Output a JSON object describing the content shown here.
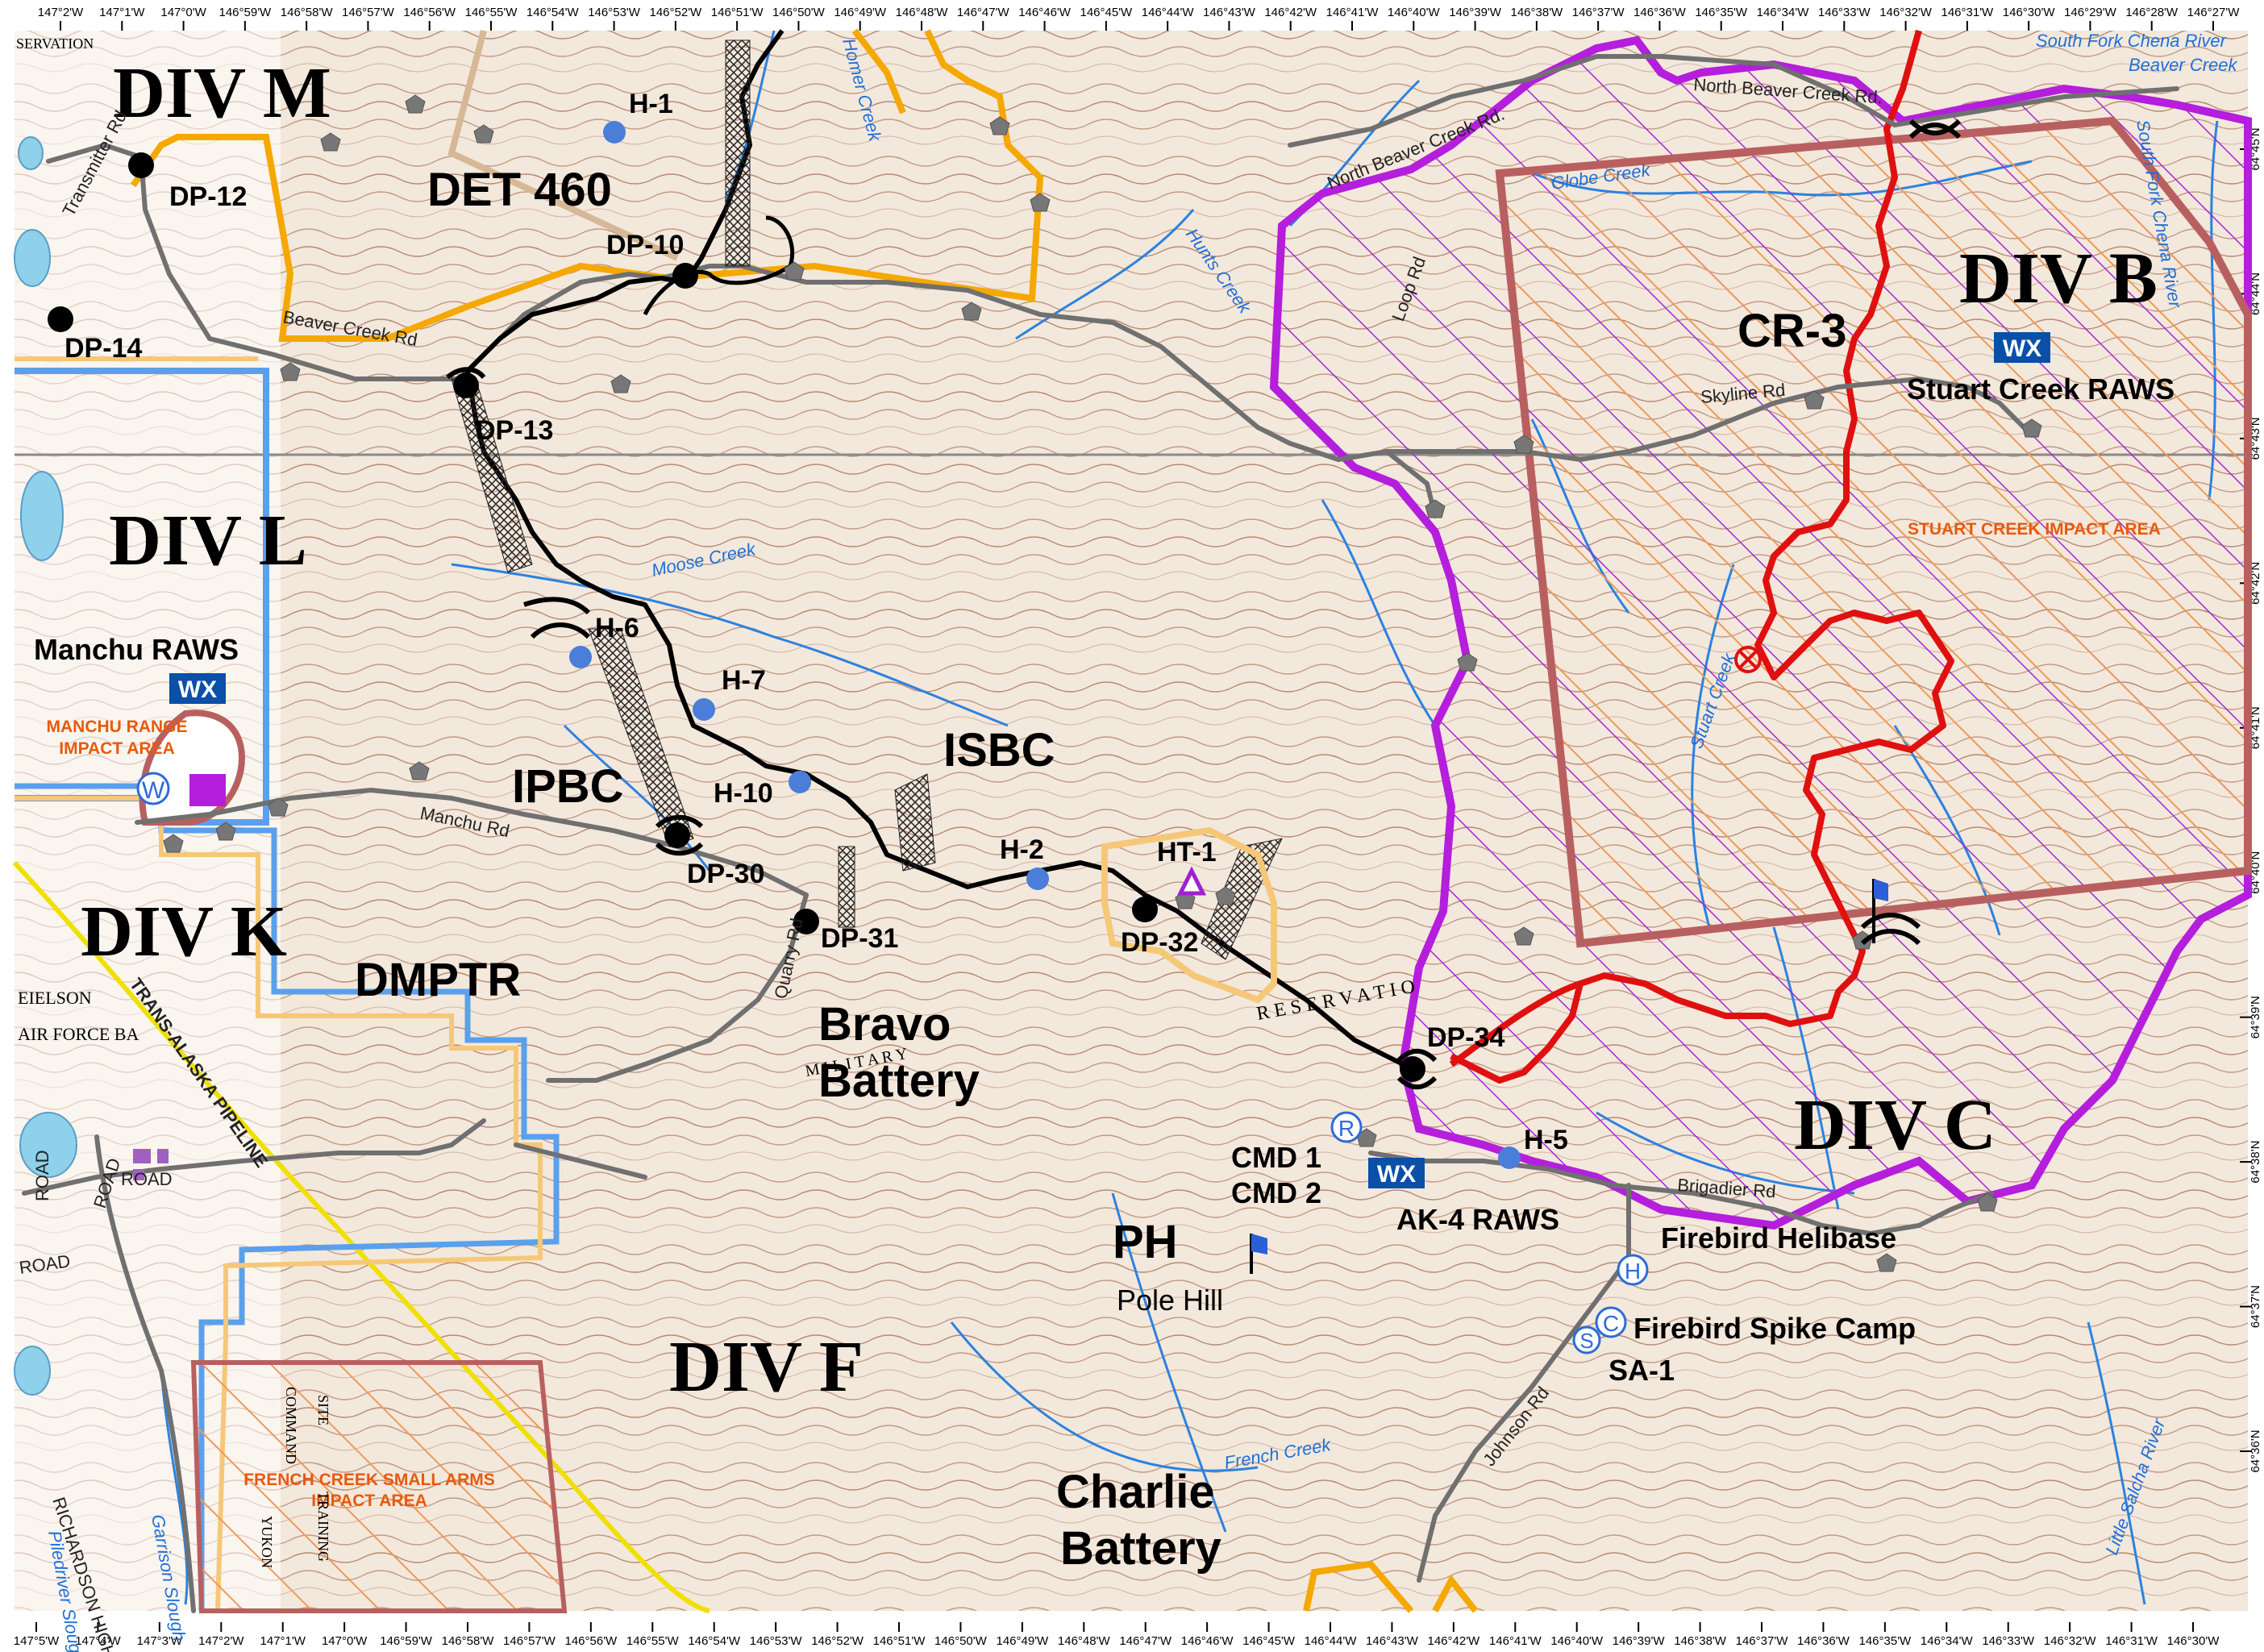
{
  "top_longitudes": [
    "147°2'W",
    "147°1'W",
    "147°0'W",
    "146°59'W",
    "146°58'W",
    "146°57'W",
    "146°56'W",
    "146°55'W",
    "146°54'W",
    "146°53'W",
    "146°52'W",
    "146°51'W",
    "146°50'W",
    "146°49'W",
    "146°48'W",
    "146°47'W",
    "146°46'W",
    "146°45'W",
    "146°44'W",
    "146°43'W",
    "146°42'W",
    "146°41'W",
    "146°40'W",
    "146°39'W",
    "146°38'W",
    "146°37'W",
    "146°36'W",
    "146°35'W",
    "146°34'W",
    "146°33'W",
    "146°32'W",
    "146°31'W",
    "146°30'W",
    "146°29'W",
    "146°28'W",
    "146°27'W"
  ],
  "bottom_longitudes": [
    "147°5'W",
    "147°4'W",
    "147°3'W",
    "147°2'W",
    "147°1'W",
    "147°0'W",
    "146°59'W",
    "146°58'W",
    "146°57'W",
    "146°56'W",
    "146°55'W",
    "146°54'W",
    "146°53'W",
    "146°52'W",
    "146°51'W",
    "146°50'W",
    "146°49'W",
    "146°48'W",
    "146°47'W",
    "146°46'W",
    "146°45'W",
    "146°44'W",
    "146°43'W",
    "146°42'W",
    "146°41'W",
    "146°40'W",
    "146°39'W",
    "146°38'W",
    "146°37'W",
    "146°36'W",
    "146°35'W",
    "146°34'W",
    "146°33'W",
    "146°32'W",
    "146°31'W",
    "146°30'W"
  ],
  "right_latitudes": [
    "64°45'N",
    "64°44'N",
    "64°43'N",
    "64°42'N",
    "64°41'N",
    "64°40'N",
    "64°39'N",
    "64°38'N",
    "64°37'N",
    "64°36'N"
  ],
  "divisions": {
    "div_m": "DIV M",
    "div_l": "DIV L",
    "div_k": "DIV K",
    "div_b": "DIV B",
    "div_c": "DIV C",
    "div_f": "DIV F"
  },
  "areas": {
    "det_460": "DET 460",
    "ipbc": "IPBC",
    "isbc": "ISBC",
    "dmptr": "DMPTR",
    "cr_3": "CR-3",
    "bravo_battery_1": "Bravo",
    "bravo_battery_2": "Battery",
    "charlie_battery_1": "Charlie",
    "charlie_battery_2": "Battery",
    "ph": "PH",
    "pole_hill": "Pole Hill"
  },
  "drop_points": {
    "dp_10": "DP-10",
    "dp_12": "DP-12",
    "dp_13": "DP-13",
    "dp_14": "DP-14",
    "dp_30": "DP-30",
    "dp_31": "DP-31",
    "dp_32": "DP-32",
    "dp_34": "DP-34"
  },
  "helispots": {
    "h_1": "H-1",
    "h_2": "H-2",
    "h_5": "H-5",
    "h_6": "H-6",
    "h_7": "H-7",
    "h_10": "H-10",
    "ht_1": "HT-1"
  },
  "facilities": {
    "manchu_raws": "Manchu RAWS",
    "stuart_creek_raws": "Stuart Creek RAWS",
    "ak4_raws": "AK-4 RAWS",
    "cmd_1": "CMD 1",
    "cmd_2": "CMD 2",
    "firebird_helibase": "Firebird Helibase",
    "firebird_spike_camp": "Firebird Spike Camp",
    "sa_1": "SA-1",
    "wx": "WX",
    "sym_w": "W",
    "sym_r": "R",
    "sym_h": "H",
    "sym_c": "C",
    "sym_s": "S"
  },
  "impact_areas": {
    "manchu_1": "MANCHU RANGE",
    "manchu_2": "IMPACT AREA",
    "stuart": "STUART CREEK IMPACT AREA",
    "french_1": "FRENCH CREEK SMALL ARMS",
    "french_2": "IMPACT AREA"
  },
  "roads": {
    "transmitter": "Transmitter Rd",
    "beaver_creek": "Beaver Creek Rd",
    "north_beaver_1": "North Beaver Creek Rd.",
    "north_beaver_2": "North Beaver Creek Rd.",
    "skyline": "Skyline Rd",
    "loop": "Loop Rd",
    "manchu": "Manchu Rd",
    "quarry": "Quarry Rd",
    "brigadier": "Brigadier Rd",
    "johnson": "Johnson Rd",
    "richardson": "RICHARDSON HIGHWAY",
    "road_1": "ROAD",
    "road_2": "ROAD",
    "road_3": "ROAD",
    "road_4": "ROAD",
    "pipeline": "TRANS-ALASKA PIPELINE"
  },
  "creeks": {
    "homer": "Homer Creek",
    "hunts": "Hunts Creek",
    "globe": "Globe Creek",
    "moose": "Moose Creek",
    "stuart": "Stuart Creek",
    "french": "French Creek",
    "garrison": "Garrison Slough",
    "piledriver": "Piledriver Slough",
    "south_fork_1": "South Fork Chena River",
    "south_fork_2": "South Fork Chena River",
    "beaver": "Beaver Creek",
    "little_salcha": "Little Salcha River"
  },
  "place_text": {
    "eielson": "EIELSON",
    "air_force": "AIR FORCE BA",
    "reservation_top": "SERVATION",
    "reservation": "R E S E R V A T I O",
    "yukon": "YUKON",
    "command": "COMMAND",
    "training": "TRAINING",
    "site": "SITE",
    "military": "M I L I T A R Y"
  },
  "colors": {
    "division_purple": "#b41edc",
    "line_red": "#e01010",
    "boundary_orange": "#f5a800",
    "boundary_tan": "#f5c878",
    "boundary_blue": "#5aa0ec",
    "impact_brown": "#b86060",
    "hatch_orange": "#f0a060",
    "creek_blue": "#2b82e0",
    "wx_blue": "#0a4fa8",
    "helispot_blue": "#4a7ed8"
  }
}
